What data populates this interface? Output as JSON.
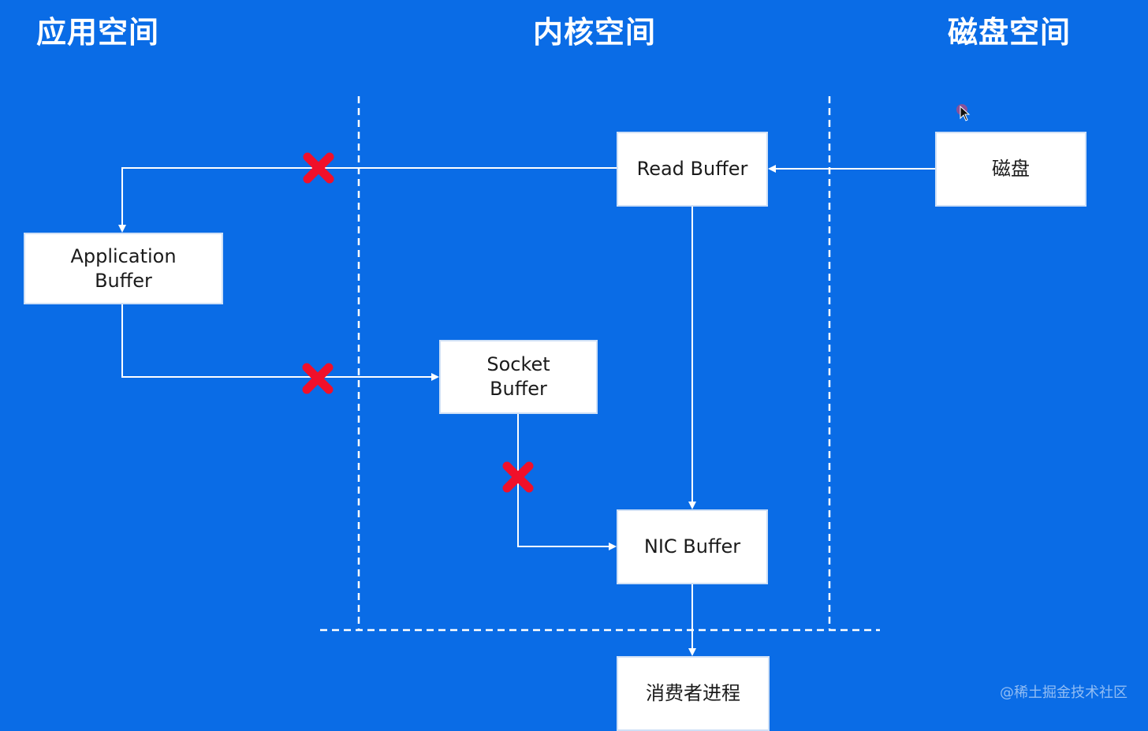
{
  "regions": {
    "app_space": "应用空间",
    "kernel_space": "内核空间",
    "disk_space": "磁盘空间"
  },
  "nodes": {
    "read_buffer": "Read Buffer",
    "disk": "磁盘",
    "application_buffer": "Application\nBuffer",
    "socket_buffer": "Socket\nBuffer",
    "nic_buffer": "NIC Buffer",
    "consumer_process": "消费者进程"
  },
  "watermark": "@稀土掘金技术社区",
  "colors": {
    "background": "#0a6ce6",
    "cross": "#f0102a",
    "line": "#ffffff"
  }
}
